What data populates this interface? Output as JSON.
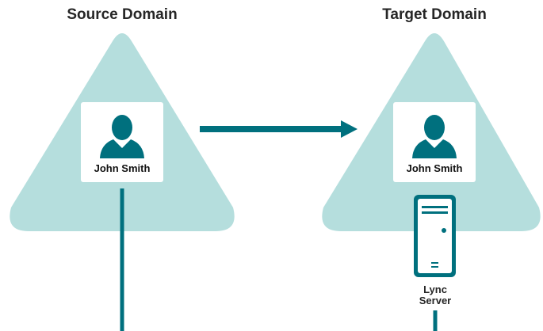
{
  "domains": {
    "source": {
      "title": "Source Domain",
      "user_name": "John Smith"
    },
    "target": {
      "title": "Target Domain",
      "user_name": "John Smith"
    }
  },
  "server": {
    "label_line1": "Lync",
    "label_line2": "Server",
    "icon": "server-tower-icon"
  },
  "icons": {
    "user": "user-avatar-icon",
    "arrow": "arrow-right-icon"
  },
  "colors": {
    "triangle_fill": "#b5dedd",
    "accent": "#00707e",
    "card": "#ffffff",
    "title_text": "#262626"
  }
}
